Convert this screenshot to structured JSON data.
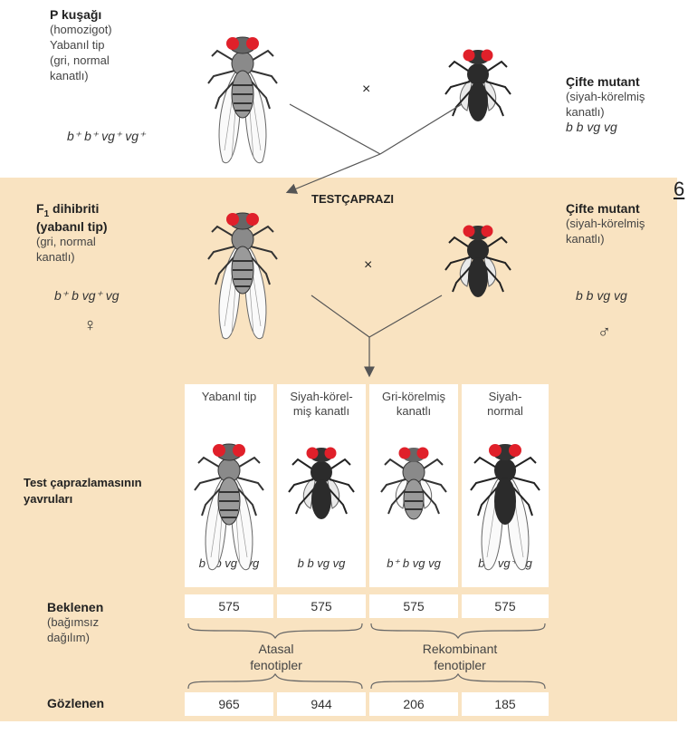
{
  "p_gen": {
    "title": "P kuşağı",
    "desc": [
      "(homozigot)",
      "Yabanıl tip",
      "(gri, normal",
      "kanatlı)"
    ],
    "genotype": "b⁺ b⁺ vg⁺ vg⁺",
    "cross_sign": "×"
  },
  "p_mutant": {
    "title": "Çifte mutant",
    "desc": [
      "(siyah-körelmiş",
      "kanatlı)"
    ],
    "genotype": "b b vg vg"
  },
  "page_number": "6",
  "testcross_label": "TESTÇAPRAZI",
  "f1": {
    "title_prefix": "F",
    "title_sub": "1",
    "title_rest": " dihibriti",
    "title2": "(yabanıl tip)",
    "desc": [
      "(gri, normal",
      "kanatlı)"
    ],
    "genotype": "b⁺ b vg⁺ vg",
    "sex_symbol": "♀",
    "cross_sign": "×"
  },
  "f1_mutant": {
    "title": "Çifte mutant",
    "desc": [
      "(siyah-körelmiş",
      "kanatlı)"
    ],
    "genotype": "b b vg vg",
    "sex_symbol": "♂"
  },
  "offspring_label": [
    "Test çaprazlamasının",
    "yavruları"
  ],
  "offspring": [
    {
      "header": [
        "Yabanıl tip",
        ""
      ],
      "genotype": "b⁺ b vg⁺ vg",
      "expected": "575",
      "observed": "965"
    },
    {
      "header": [
        "Siyah-körel-",
        "miş kanatlı"
      ],
      "genotype": "b b vg vg",
      "expected": "575",
      "observed": "944"
    },
    {
      "header": [
        "Gri-körelmiş",
        "kanatlı"
      ],
      "genotype": "b⁺ b vg vg",
      "expected": "575",
      "observed": "206"
    },
    {
      "header": [
        "Siyah-",
        "normal"
      ],
      "genotype": "b b vg⁺ vg",
      "expected": "575",
      "observed": "185"
    }
  ],
  "expected_label": "Beklenen",
  "expected_desc": [
    "(bağımsız",
    "dağılım)"
  ],
  "parental_label": [
    "Atasal",
    "fenotipler"
  ],
  "recombinant_label": [
    "Rekombinant",
    "fenotipler"
  ],
  "observed_label": "Gözlenen",
  "colors": {
    "panel": "#f9e3c1",
    "arrow": "#555555",
    "fly_body": "#2b2b2b",
    "fly_eye": "#e0202a"
  }
}
